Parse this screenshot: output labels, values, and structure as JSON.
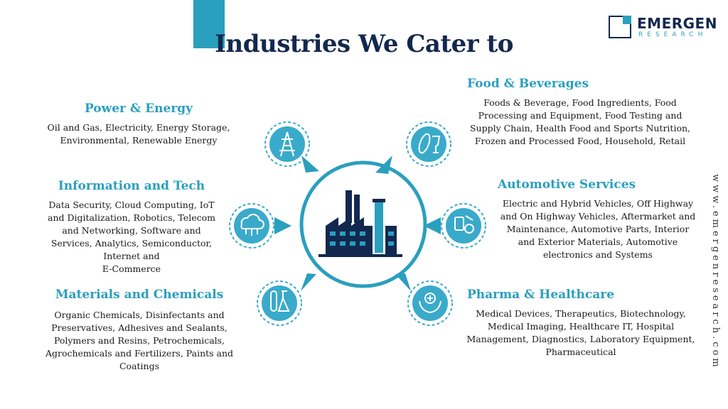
{
  "title": "Industries We Cater to",
  "logo": {
    "main": "EMERGEN",
    "sub": "RESEARCH"
  },
  "website": "www.emergenresearch.com",
  "colors": {
    "accent": "#2a9fbe",
    "navy": "#13284f",
    "icon_fill": "#3aaacb"
  },
  "sections": [
    {
      "heading": "Power & Energy",
      "lines": [
        "Oil and Gas, Electricity, Energy Storage,",
        "Environmental, Renewable Energy"
      ],
      "icon": "power-tower-icon"
    },
    {
      "heading": "Information and Tech",
      "lines": [
        "Data Security, Cloud Computing, IoT",
        "and Digitalization, Robotics, Telecom",
        "and Networking, Software and",
        "Services, Analytics, Semiconductor,",
        "Internet and",
        "E-Commerce"
      ],
      "icon": "cloud-network-icon"
    },
    {
      "heading": "Materials and Chemicals",
      "lines": [
        "Organic Chemicals, Disinfectants and",
        "Preservatives, Adhesives and Sealants,",
        "Polymers and Resins, Petrochemicals,",
        "Agrochemicals and Fertilizers, Paints and",
        "Coatings"
      ],
      "icon": "test-tube-flask-icon"
    },
    {
      "heading": "Food & Beverages",
      "lines": [
        "Foods & Beverage, Food Ingredients, Food",
        "Processing and Equipment, Food Testing and",
        "Supply Chain, Health Food and Sports Nutrition,",
        "Frozen and Processed Food, Household, Retail"
      ],
      "icon": "bread-wine-icon"
    },
    {
      "heading": "Automotive Services",
      "lines": [
        "Electric and Hybrid Vehicles, Off Highway",
        "and On Highway Vehicles, Aftermarket and",
        "Maintenance, Automotive Parts, Interior",
        "and Exterior Materials, Automotive",
        "electronics and Systems"
      ],
      "icon": "car-parts-icon"
    },
    {
      "heading": "Pharma & Healthcare",
      "lines": [
        "Medical Devices, Therapeutics, Biotechnology,",
        "Medical Imaging, Healthcare IT, Hospital",
        "Management, Diagnostics, Laboratory Equipment,",
        "Pharmaceutical"
      ],
      "icon": "hands-medical-cross-icon"
    }
  ],
  "center_icon": "factory-icon"
}
